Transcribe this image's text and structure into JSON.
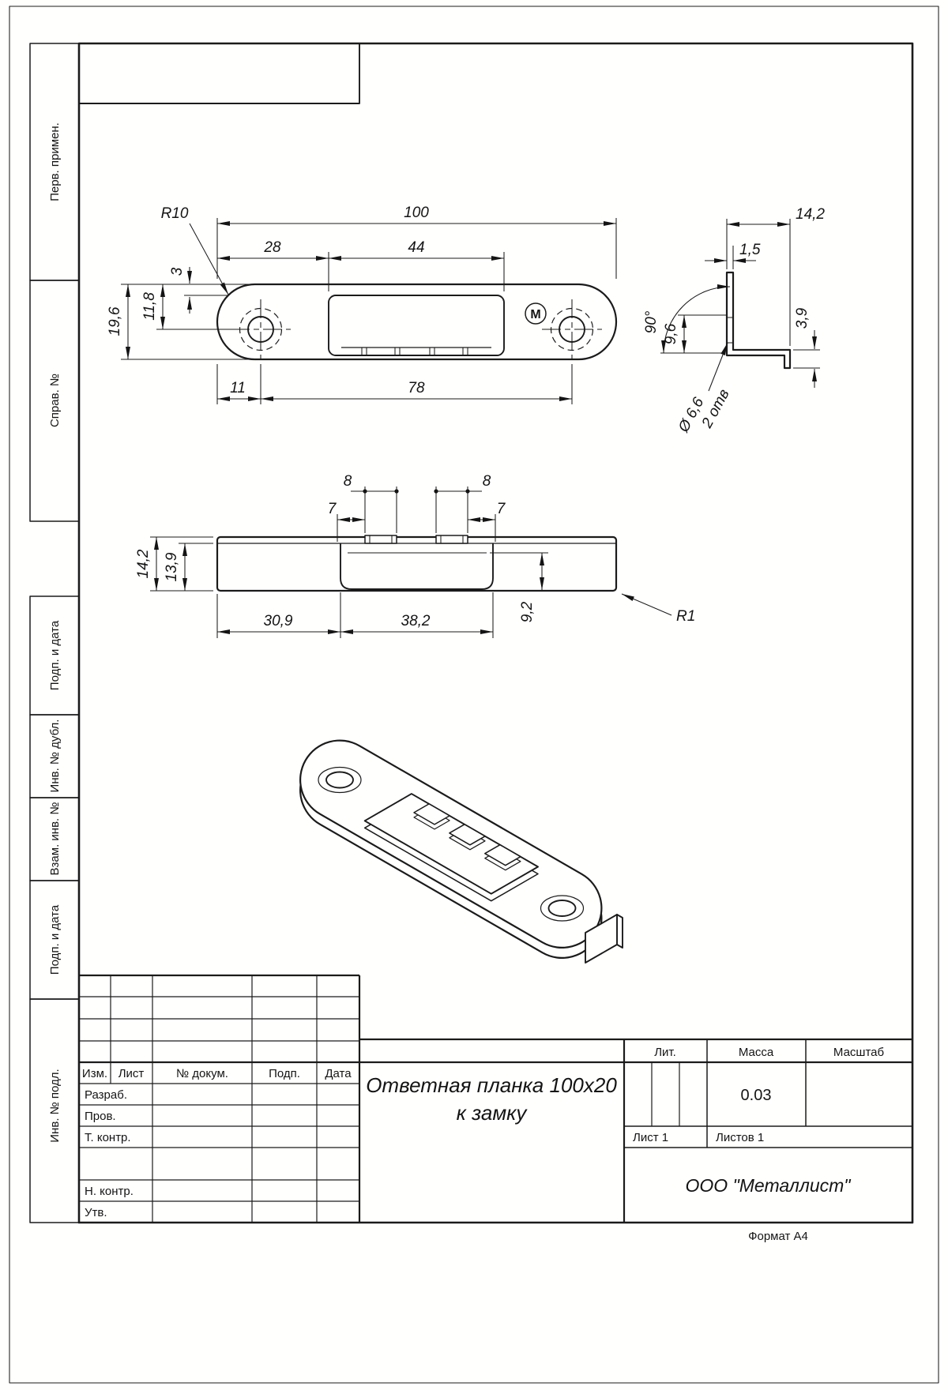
{
  "margin_labels": [
    "Перв. примен.",
    "Справ. №",
    "Подп. и дата",
    "Инв. № дубл.",
    "Взам. инв. №",
    "Подп. и дата",
    "Инв. № подл."
  ],
  "front_view": {
    "radius": "R10",
    "length": "100",
    "pocket_offset": "28",
    "pocket_len": "44",
    "edge_offset": "3",
    "height": "19,6",
    "hole_v": "11,8",
    "hole_left": "11",
    "hole_spacing": "78",
    "mark": "M"
  },
  "side_view": {
    "flange_width": "14,2",
    "thickness": "1,5",
    "angle": "90°",
    "bend": "9,6",
    "lip": "3,9",
    "hole_dia": "Ø 6,6",
    "hole_count": "2 отв"
  },
  "bottom_view": {
    "tab_a": "8",
    "tab_b": "8",
    "gap_a": "7",
    "gap_b": "7",
    "height_outer": "14,2",
    "height_inner": "13,9",
    "pocket_left": "30,9",
    "pocket_len": "38,2",
    "depth": "9,2",
    "radius": "R1"
  },
  "title_block": {
    "col_izm": "Изм.",
    "col_sheet": "Лист",
    "col_doc": "№ докум.",
    "col_sign": "Подп.",
    "col_date": "Дата",
    "row_developed": "Разраб.",
    "row_checked": "Пров.",
    "row_tcontrol": "Т. контр.",
    "row_ncontrol": "Н. контр.",
    "row_approved": "Утв.",
    "title_line1": "Ответная планка 100x20",
    "title_line2": "к замку",
    "lit": "Лит.",
    "mass": "Масса",
    "scale": "Масштаб",
    "mass_value": "0.03",
    "sheet_no": "Лист 1",
    "sheets_total": "Листов 1",
    "company": "ООО \"Металлист\"",
    "format": "Формат А4"
  }
}
